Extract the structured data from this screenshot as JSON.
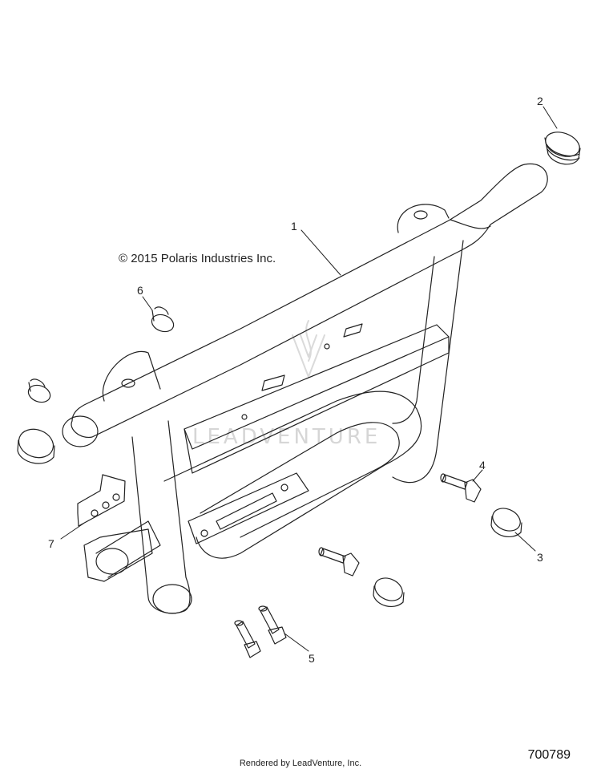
{
  "copyright": "© 2015 Polaris Industries Inc.",
  "watermark": "LEADVENTURE",
  "footer": "Rendered by LeadVenture, Inc.",
  "drawing_number": "700789",
  "callouts": {
    "c1": "1",
    "c2": "2",
    "c3": "3",
    "c4": "4",
    "c5": "5",
    "c6": "6",
    "c7": "7"
  }
}
